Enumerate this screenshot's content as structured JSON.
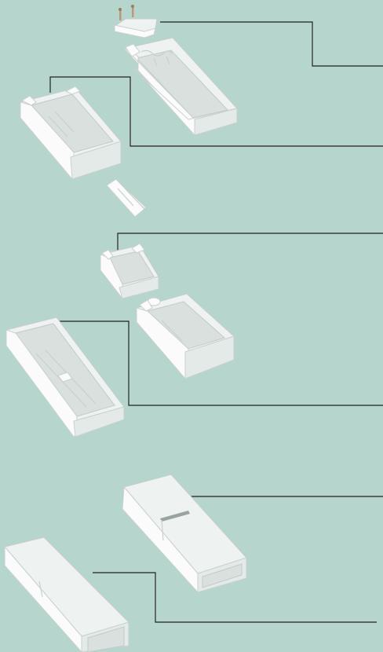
{
  "colors": {
    "background": "#b5d5cd",
    "part": "#fafbfa",
    "leader_line": "#222222"
  },
  "parts": [
    {
      "icon": "cover-clip-icon"
    },
    {
      "icon": "duct-base-with-cutouts-icon"
    },
    {
      "icon": "open-duct-channel-icon"
    },
    {
      "icon": "joint-connector-icon"
    },
    {
      "icon": "short-duct-section-icon"
    },
    {
      "icon": "duct-base-with-end-notch-icon"
    },
    {
      "icon": "wide-duct-base-icon"
    },
    {
      "icon": "closed-duct-with-joint-icon"
    },
    {
      "icon": "closed-duct-straight-icon"
    }
  ],
  "callouts": [
    {
      "target": "cover-clip"
    },
    {
      "target": "open-duct-channel"
    },
    {
      "target": "short-duct-section"
    },
    {
      "target": "wide-duct-base"
    },
    {
      "target": "closed-duct-with-joint"
    },
    {
      "target": "closed-duct-straight"
    }
  ]
}
